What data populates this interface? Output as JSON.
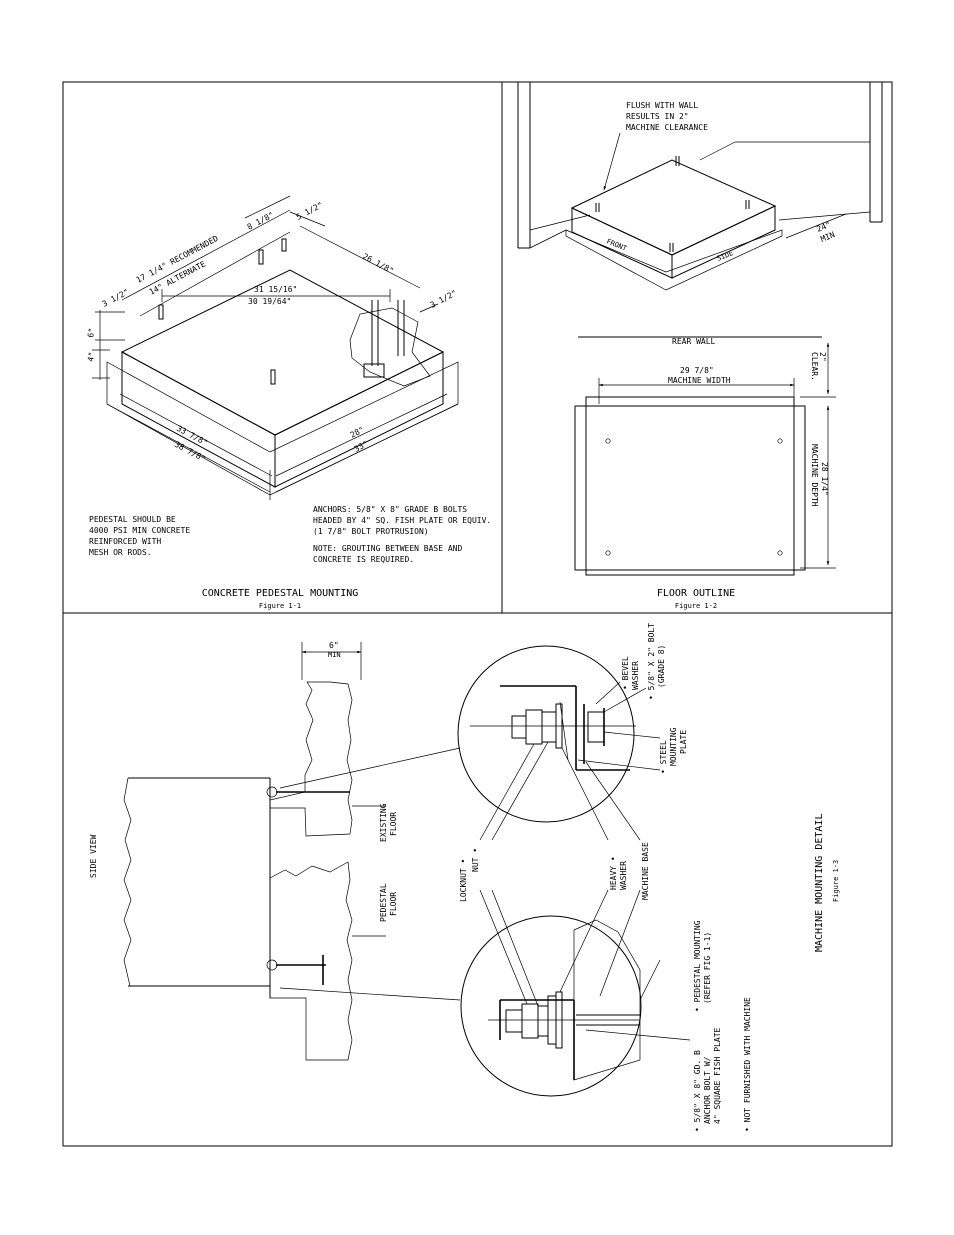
{
  "fig1": {
    "title": "CONCRETE PEDESTAL MOUNTING",
    "caption": "Figure 1-1",
    "dims": {
      "d8": "8 1/8\"",
      "d5": "5 1/2\"",
      "d17": "17 1/4\" RECOMMENDED",
      "d14": "14\" ALTERNATE",
      "d26": "26 1/8\"",
      "d31": "31 15/16\"",
      "d30": "30 19/64\"",
      "d3a": "3 1/2\"",
      "d3b": "3 1/2\"",
      "d6": "6\"",
      "d4": "4\"",
      "d33": "33 7/8\"",
      "d38": "38 7/8\"",
      "d28": "28\"",
      "d33b": "33\""
    },
    "note_left": [
      "PEDESTAL SHOULD BE",
      "4000 PSI MIN CONCRETE",
      "REINFORCED WITH",
      "MESH OR RODS."
    ],
    "note_right": [
      "ANCHORS: 5/8\" X 8\" GRADE B BOLTS",
      "HEADED BY 4\" SQ. FISH PLATE OR EQUIV.",
      "(1 7/8\" BOLT PROTRUSION)",
      "",
      "NOTE: GROUTING BETWEEN BASE AND",
      "CONCRETE IS REQUIRED."
    ]
  },
  "fig2": {
    "title": "FLOOR OUTLINE",
    "caption": "Figure 1-2",
    "flush_note": [
      "FLUSH WITH WALL",
      "RESULTS IN 2\"",
      "MACHINE CLEARANCE"
    ],
    "front": "FRONT",
    "side": "SIDE",
    "min24": "24\"",
    "min": "MIN",
    "rear_wall": "REAR WALL",
    "width_value": "29 7/8\"",
    "width_label": "MACHINE WIDTH",
    "depth_value": "28 1/4\"",
    "depth_label": "MACHINE DEPTH",
    "clear_value": "2\"",
    "clear_label": "CLEAR."
  },
  "fig3": {
    "title": "MACHINE MOUNTING DETAIL",
    "caption": "Figure 1-3",
    "min6": "6\"",
    "min": "MIN",
    "side_view": "SIDE VIEW",
    "existing_floor": [
      "EXISTING",
      "FLOOR"
    ],
    "pedestal_floor": [
      "PEDESTAL",
      "FLOOR"
    ],
    "bevel_washer": [
      "• BEVEL",
      "WASHER"
    ],
    "bolt": [
      "• 5/8\" X 2\" BOLT",
      "(GRADE 8)"
    ],
    "steel_plate": [
      "• STEEL",
      "MOUNTING",
      "PLATE"
    ],
    "locknut": "LOCKNUT •",
    "nut": "NUT •",
    "heavy_washer": [
      "HEAVY •",
      "WASHER"
    ],
    "machine_base": "MACHINE BASE",
    "pedestal_mounting": [
      "• PEDESTAL MOUNTING",
      "(REFER FIG 1-1)"
    ],
    "anchor_bolt": [
      "• 5/8\" X 8\" GD. B",
      "ANCHOR BOLT W/",
      "4\" SQUARE FISH PLATE"
    ],
    "not_furnished": "• NOT FURNISHED WITH MACHINE"
  }
}
